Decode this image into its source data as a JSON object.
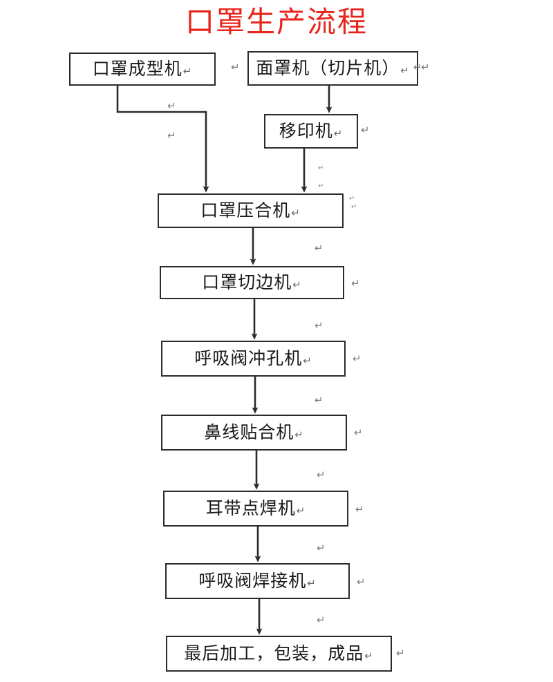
{
  "title": "口罩生产流程",
  "title_color": "#e8251c",
  "box_border_color": "#2b2b2b",
  "nodes": [
    {
      "id": "mask-forming-machine",
      "label": "口罩成型机",
      "pilcrow": "↵"
    },
    {
      "id": "face-mask-slicer",
      "label": "面罩机（切片机）",
      "pilcrow": "↵"
    },
    {
      "id": "pad-printing-machine",
      "label": "移印机",
      "pilcrow": "↵"
    },
    {
      "id": "mask-pressing-machine",
      "label": "口罩压合机",
      "pilcrow": "↵"
    },
    {
      "id": "mask-edge-cutter",
      "label": "口罩切边机",
      "pilcrow": "↵"
    },
    {
      "id": "valve-punching-machine",
      "label": "呼吸阀冲孔机",
      "pilcrow": "↵"
    },
    {
      "id": "nose-wire-laminator",
      "label": "鼻线贴合机",
      "pilcrow": "↵"
    },
    {
      "id": "earloop-spot-welder",
      "label": "耳带点焊机",
      "pilcrow": "↵"
    },
    {
      "id": "valve-welding-machine",
      "label": "呼吸阀焊接机",
      "pilcrow": "↵"
    },
    {
      "id": "final-packaging",
      "label": "最后加工，包装，成品",
      "pilcrow": "↵"
    }
  ],
  "paragraph_marks": [
    {
      "id": "pm-1",
      "glyph": "↵"
    },
    {
      "id": "pm-2",
      "glyph": "↵"
    },
    {
      "id": "pm-3",
      "glyph": "↵"
    },
    {
      "id": "pm-4",
      "glyph": "↵"
    },
    {
      "id": "pm-5",
      "glyph": "↵"
    },
    {
      "id": "pm-6",
      "glyph": "↵"
    },
    {
      "id": "pm-7",
      "glyph": "↵"
    },
    {
      "id": "pm-8",
      "glyph": "↵"
    },
    {
      "id": "pm-9",
      "glyph": "↵"
    },
    {
      "id": "pm-10",
      "glyph": "↵"
    },
    {
      "id": "pm-11",
      "glyph": "↵"
    },
    {
      "id": "pm-12",
      "glyph": "↵"
    },
    {
      "id": "pm-13",
      "glyph": "↵"
    },
    {
      "id": "pm-14",
      "glyph": "↵"
    },
    {
      "id": "pm-15",
      "glyph": "↵"
    },
    {
      "id": "pm-16",
      "glyph": "↵"
    },
    {
      "id": "pm-17",
      "glyph": "↵"
    },
    {
      "id": "pm-18",
      "glyph": "↵"
    },
    {
      "id": "pm-19",
      "glyph": "↵"
    },
    {
      "id": "pm-20",
      "glyph": "↵"
    },
    {
      "id": "pm-21",
      "glyph": "↵"
    },
    {
      "id": "pm-22",
      "glyph": "↵"
    }
  ],
  "edges": [
    {
      "id": "edge-forming-to-pressing",
      "from": "mask-forming-machine",
      "to": "mask-pressing-machine",
      "kind": "elbow"
    },
    {
      "id": "edge-slicer-to-padprint",
      "from": "face-mask-slicer",
      "to": "pad-printing-machine",
      "kind": "straight"
    },
    {
      "id": "edge-padprint-to-pressing",
      "from": "pad-printing-machine",
      "to": "mask-pressing-machine",
      "kind": "straight"
    },
    {
      "id": "edge-pressing-to-edgecut",
      "from": "mask-pressing-machine",
      "to": "mask-edge-cutter",
      "kind": "straight"
    },
    {
      "id": "edge-edgecut-to-punch",
      "from": "mask-edge-cutter",
      "to": "valve-punching-machine",
      "kind": "straight"
    },
    {
      "id": "edge-punch-to-nosewire",
      "from": "valve-punching-machine",
      "to": "nose-wire-laminator",
      "kind": "straight"
    },
    {
      "id": "edge-nosewire-to-earloop",
      "from": "nose-wire-laminator",
      "to": "earloop-spot-welder",
      "kind": "straight"
    },
    {
      "id": "edge-earloop-to-valveweld",
      "from": "earloop-spot-welder",
      "to": "valve-welding-machine",
      "kind": "straight"
    },
    {
      "id": "edge-valveweld-to-final",
      "from": "valve-welding-machine",
      "to": "final-packaging",
      "kind": "straight"
    }
  ]
}
